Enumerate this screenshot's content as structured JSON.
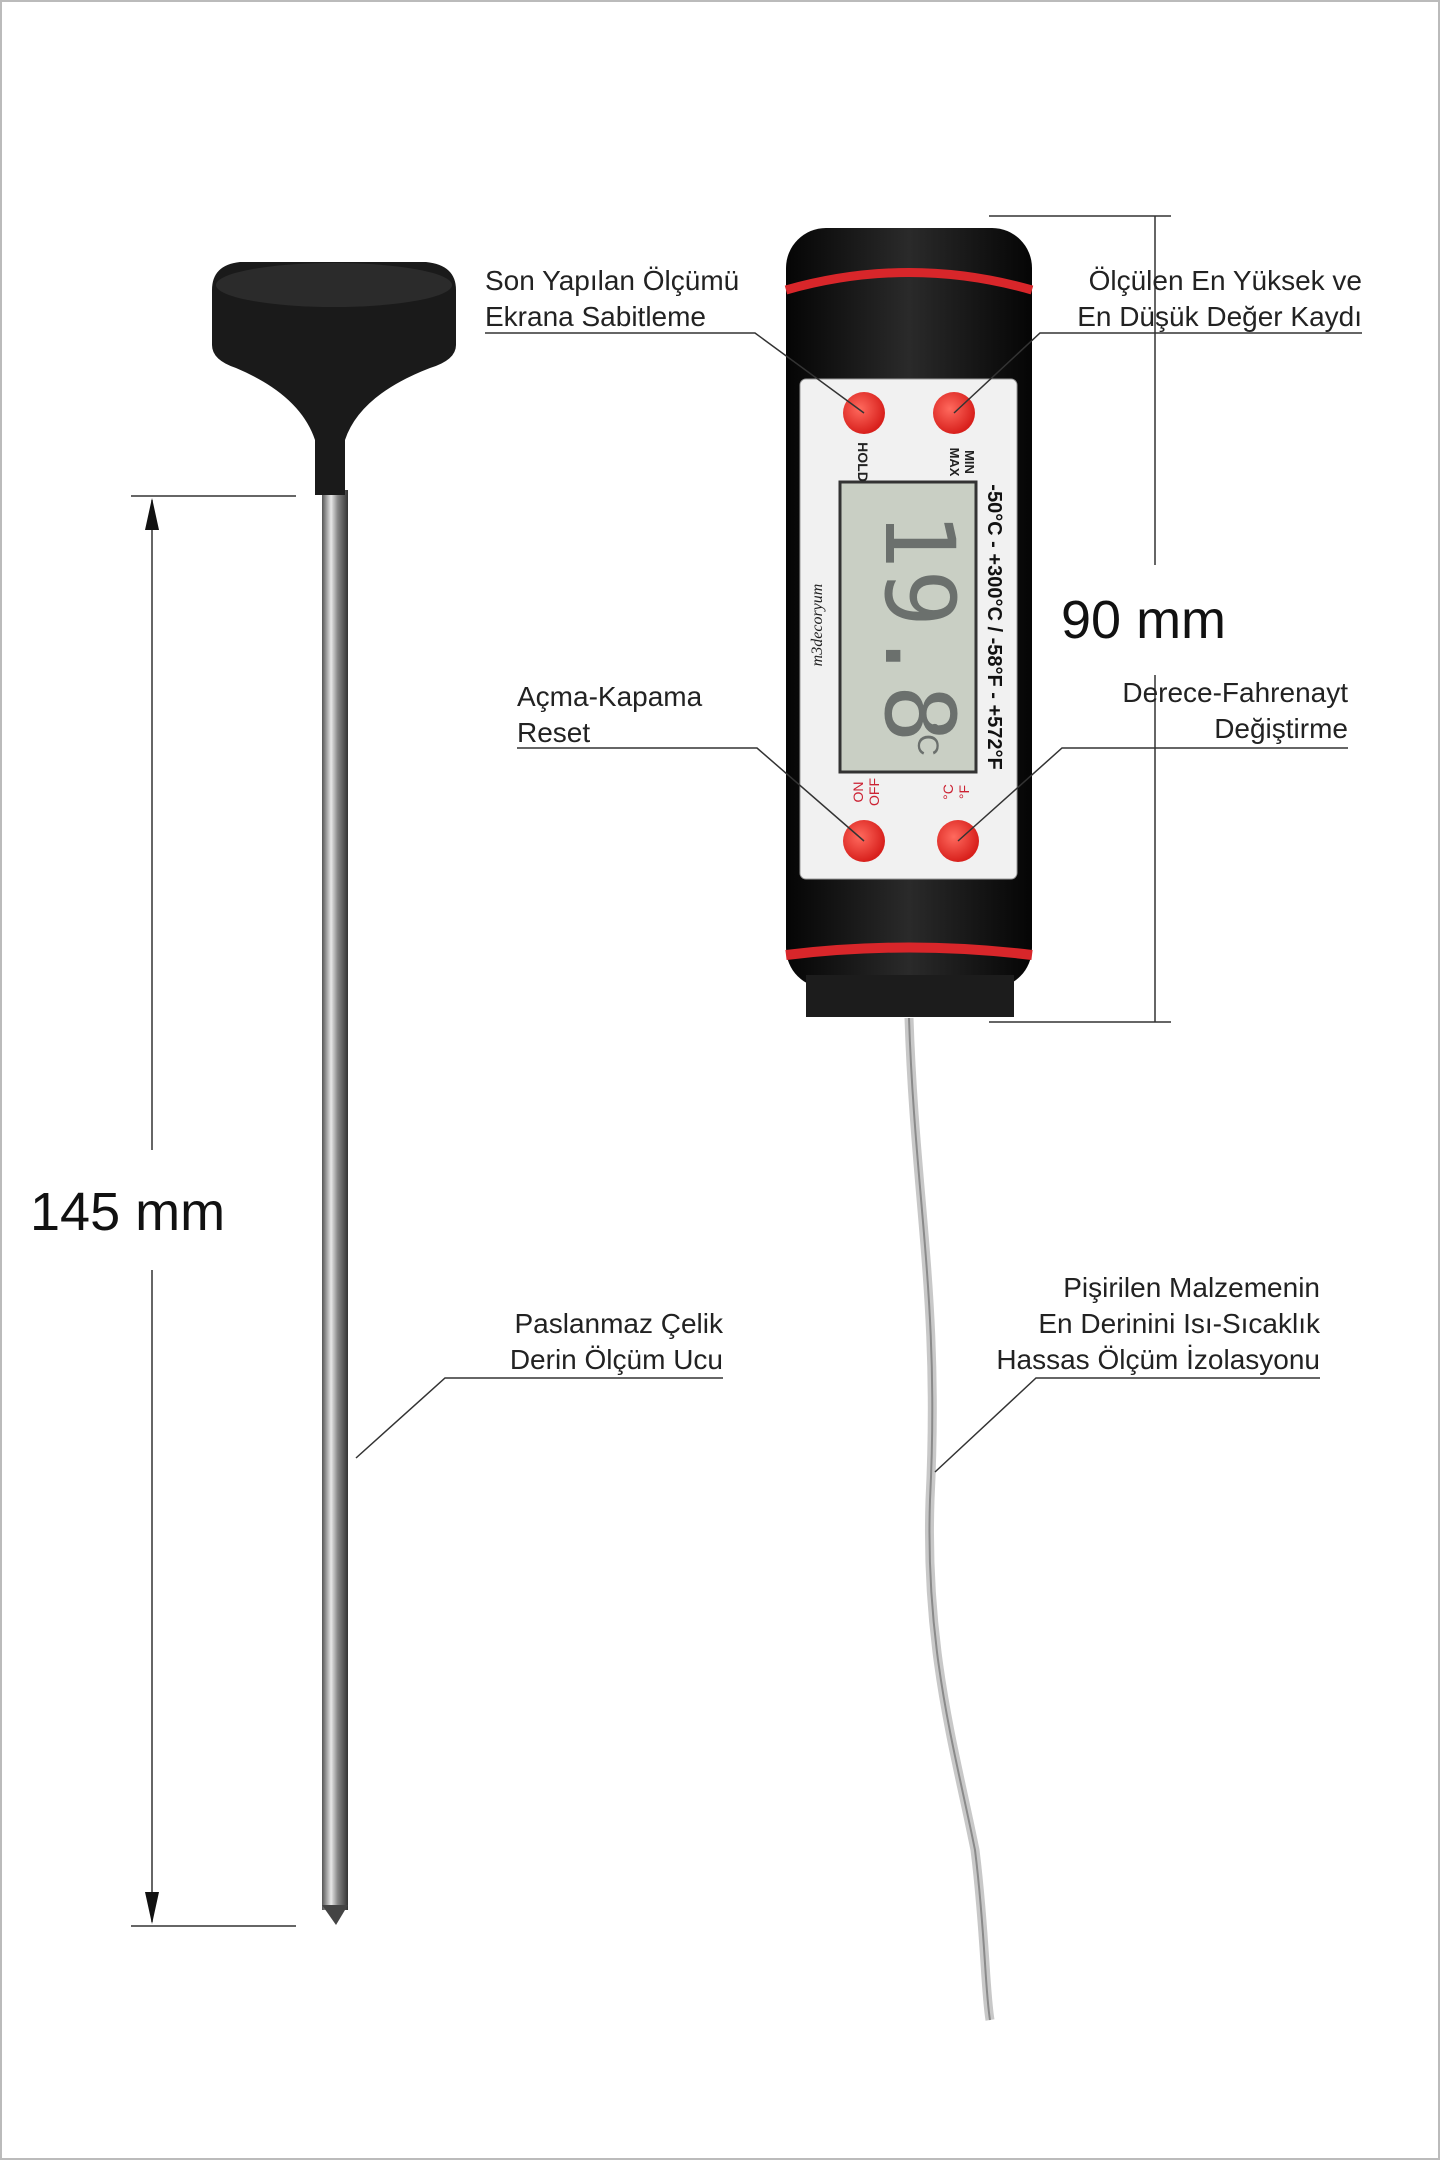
{
  "dimensions": {
    "probe_length": "145 mm",
    "body_length": "90 mm"
  },
  "labels": {
    "hold": [
      "Son Yapılan Ölçümü",
      "Ekrana Sabitleme"
    ],
    "maxmin": [
      "Ölçülen En Yüksek ve",
      "En Düşük Değer Kaydı"
    ],
    "onoff": [
      "Açma-Kapama",
      "Reset"
    ],
    "unit": [
      "Derece-Fahrenayt",
      "Değiştirme"
    ],
    "probe": [
      "Paslanmaz Çelik",
      "Derin Ölçüm Ucu"
    ],
    "cable": [
      "Pişirilen Malzemenin",
      "En Derinini Isı-Sıcaklık",
      "Hassas Ölçüm İzolasyonu"
    ]
  },
  "device": {
    "hold_label": "HOLD",
    "max_label": "MAX",
    "min_label": "MIN",
    "on_label": "ON",
    "off_label": "OFF",
    "c_label": "°C",
    "f_label": "°F",
    "range_text": "-50°C - +300°C / -58°F - +572°F",
    "display_value": "19.8",
    "display_unit": "°C",
    "brand": "m3decoryum"
  },
  "colors": {
    "button": "#e8322e",
    "band": "#d8262a",
    "lcd": "#c9cfc4",
    "body": "#141414"
  }
}
